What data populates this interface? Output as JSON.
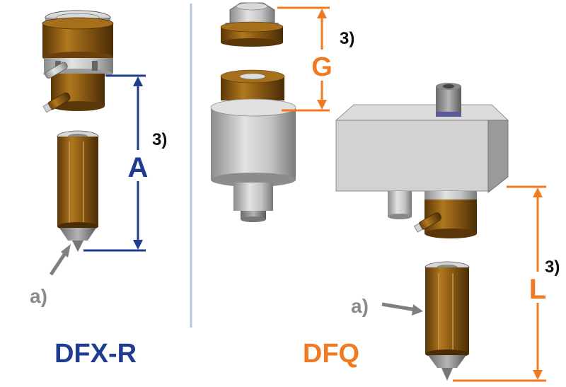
{
  "left_panel": {
    "title": "DFX-R",
    "dimension_letter": "A",
    "note": "3)",
    "callout": "a)"
  },
  "right_panel": {
    "title": "DFQ",
    "upper_dimension_letter": "G",
    "upper_note": "3)",
    "lower_dimension_letter": "L",
    "lower_note": "3)",
    "callout": "a)"
  },
  "colors": {
    "blue": "#1f3c8f",
    "orange": "#f07a22",
    "gray_arrow": "#7f7f7f",
    "divider": "#b7c6d9",
    "bronze": "#8a5a14",
    "steel": "#bfbfbf"
  },
  "icons": {
    "component_render": "cad-drawing",
    "arrow": "dimension-arrow"
  }
}
